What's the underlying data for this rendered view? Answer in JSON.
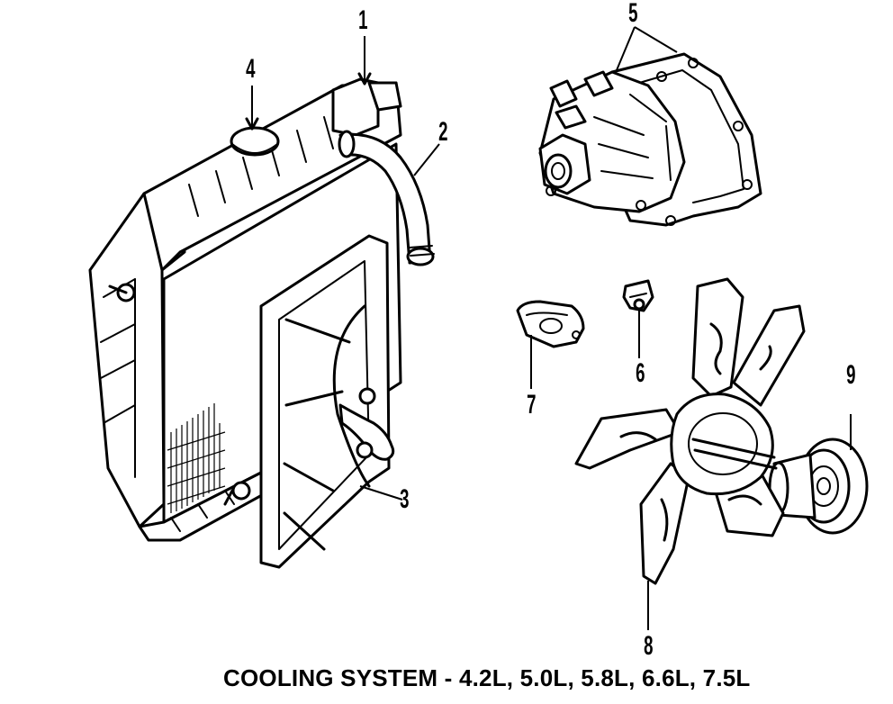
{
  "caption": "COOLING SYSTEM - 4.2L, 5.0L, 5.8L, 6.6L, 7.5L",
  "callouts": [
    "1",
    "2",
    "3",
    "4",
    "5",
    "6",
    "7",
    "8",
    "9"
  ]
}
